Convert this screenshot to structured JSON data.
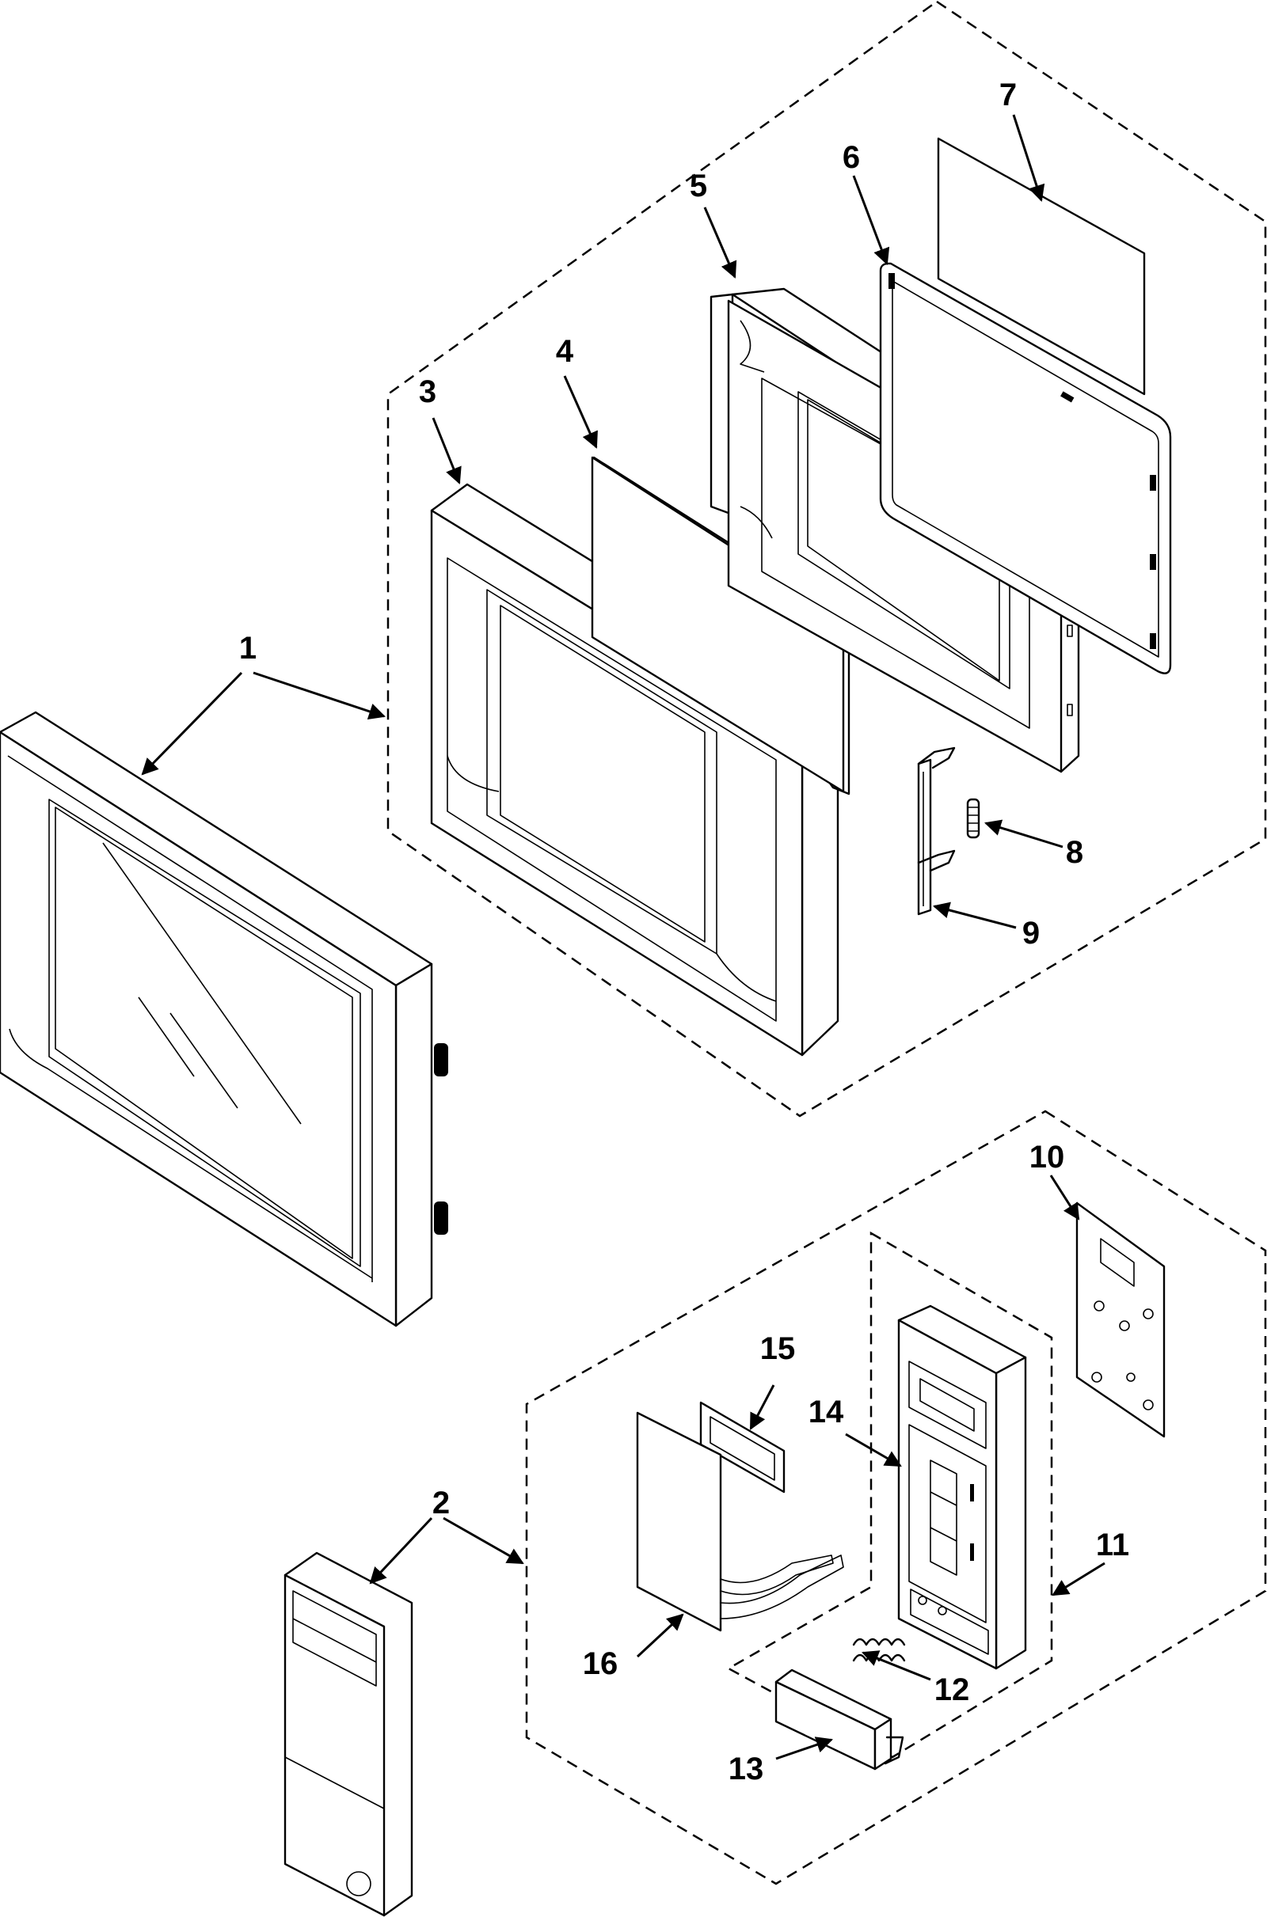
{
  "diagram": {
    "callouts": [
      {
        "id": "1",
        "text": "1"
      },
      {
        "id": "2",
        "text": "2"
      },
      {
        "id": "3",
        "text": "3"
      },
      {
        "id": "4",
        "text": "4"
      },
      {
        "id": "5",
        "text": "5"
      },
      {
        "id": "6",
        "text": "6"
      },
      {
        "id": "7",
        "text": "7"
      },
      {
        "id": "8",
        "text": "8"
      },
      {
        "id": "9",
        "text": "9"
      },
      {
        "id": "10",
        "text": "10"
      },
      {
        "id": "11",
        "text": "11"
      },
      {
        "id": "12",
        "text": "12"
      },
      {
        "id": "13",
        "text": "13"
      },
      {
        "id": "14",
        "text": "14"
      },
      {
        "id": "15",
        "text": "15"
      },
      {
        "id": "16",
        "text": "16"
      }
    ],
    "line_color": "#000000",
    "background_color": "#ffffff"
  }
}
